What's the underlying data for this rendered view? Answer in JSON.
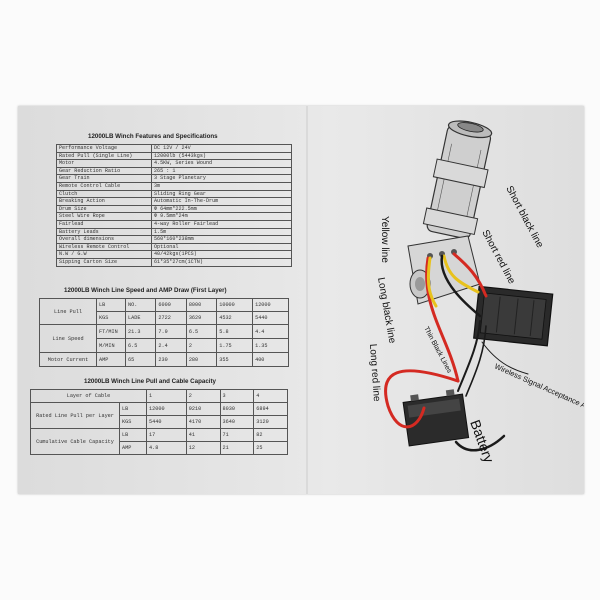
{
  "spec_table": {
    "title": "12000LB  Winch Features and Specifications",
    "rows": [
      [
        "Performance Voltage",
        "DC 12V / 24V"
      ],
      [
        "Rated Pull (Single Line)",
        "12000lb (5443kgs)"
      ],
      [
        "Motor",
        "4.5KW, Series Wound"
      ],
      [
        "Gear Reduction Ratio",
        "265 : 1"
      ],
      [
        "Gear Train",
        "3 Stage Planetary"
      ],
      [
        "Remote Control Cable",
        "3m"
      ],
      [
        "Clutch",
        "Sliding Ring Gear"
      ],
      [
        "Breaking Action",
        "Automatic In-The-Drum"
      ],
      [
        "Drum Size",
        "Φ 64mm*222.5mm"
      ],
      [
        "Steel Wire Rope",
        "Φ 9.5mm*24m"
      ],
      [
        "Fairlead",
        "4-way Roller Fairlead"
      ],
      [
        "Battery Leads",
        "1.5m"
      ],
      [
        "Overall dimensions",
        "560*160*238mm"
      ],
      [
        "Wireless Remote Control",
        "Optional"
      ],
      [
        "N.W / G.W",
        "40/42kgs(1PCS)"
      ],
      [
        "Sipping Carton Size",
        "61*35*27cm(1CTN)"
      ]
    ]
  },
  "speed_table": {
    "title": "12000LB   Winch Line Speed and AMP Draw (First Layer)",
    "line_pull": {
      "label": "Line Pull",
      "lb_unit": "LB",
      "kgs_unit": "KGS",
      "lb": [
        "NO.",
        "6000",
        "8000",
        "10000",
        "12000"
      ],
      "kgs": [
        "LADE",
        "2722",
        "3629",
        "4532",
        "5440"
      ]
    },
    "line_speed": {
      "label": "Line Speed",
      "ftmin_unit": "FT/MIN",
      "mmin_unit": "M/MIN",
      "ftmin": [
        "21.3",
        "7.9",
        "6.5",
        "5.8",
        "4.4"
      ],
      "mmin": [
        "6.5",
        "2.4",
        "2",
        "1.75",
        "1.35"
      ]
    },
    "motor_current": {
      "label": "Motor Current",
      "unit": "AMP",
      "values": [
        "65",
        "230",
        "280",
        "355",
        "400"
      ]
    }
  },
  "capacity_table": {
    "title": "12000LB   Winch Line Pull and Cable Capacity",
    "layer_label": "Layer of Cable",
    "layers": [
      "1",
      "2",
      "3",
      "4"
    ],
    "rated": {
      "label": "Rated Line Pull per Layer",
      "lb_unit": "LB",
      "lb": [
        "12000",
        "9210",
        "8030",
        "6894"
      ],
      "kgs_unit": "KGS",
      "kgs": [
        "5440",
        "4170",
        "3640",
        "3120"
      ]
    },
    "cumulative": {
      "label": "Cumulative Cable Capacity",
      "lb_unit": "LB",
      "lb": [
        "17",
        "41",
        "71",
        "82"
      ],
      "amp_unit": "AMP",
      "amp": [
        "4.8",
        "12",
        "21",
        "25"
      ]
    }
  },
  "diagram": {
    "labels": {
      "yellow_line": "Yellow line",
      "long_black_line": "Long black line",
      "short_black_line": "Short black line",
      "short_red_line": "Short red line",
      "long_red_line": "Long red line",
      "thin_black_lines": "Thin Black Lines",
      "antenna": "Wireless Signal Acceptance Antenna",
      "battery": "Battery"
    },
    "wire_colors": {
      "red": "#d42a22",
      "yellow": "#e8c21c",
      "black": "#1a1a1a"
    }
  }
}
